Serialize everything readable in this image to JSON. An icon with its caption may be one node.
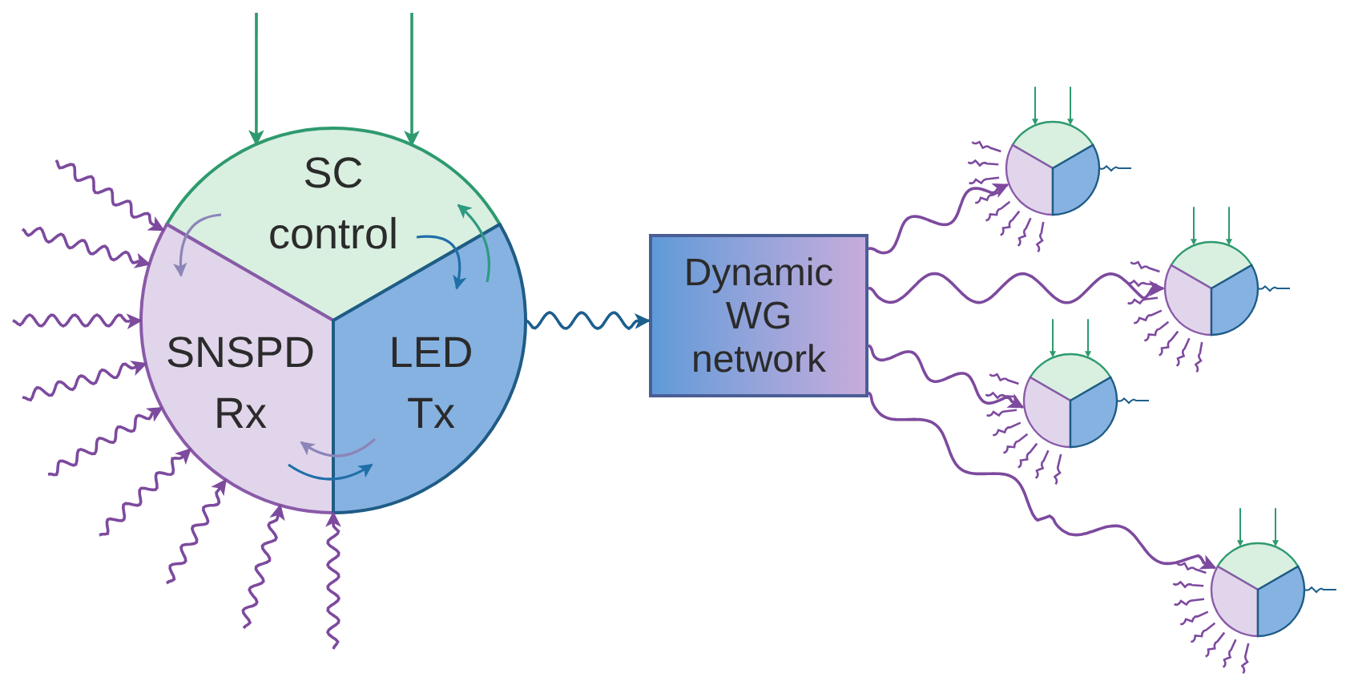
{
  "diagram": {
    "nodes": [
      {
        "text": [
          "SC control"
        ]
      },
      {
        "text": [
          "SNSPD Rx"
        ]
      },
      {
        "text": [
          "LED Tx"
        ]
      },
      {
        "text": [
          "Dynamic WG network"
        ]
      },
      {
        "text": [],
        "shape": "circle"
      },
      {
        "text": [],
        "shape": "circle"
      },
      {
        "text": [],
        "shape": "circle"
      },
      {
        "text": [],
        "shape": "circle"
      }
    ],
    "edges": [
      {
        "from": null,
        "to": 0,
        "arrow": "to",
        "color": "#2e9a6e"
      },
      {
        "from": null,
        "to": 0,
        "arrow": "to",
        "color": "#2e9a6e"
      },
      {
        "from": null,
        "to": 1,
        "arrow": "to"
      },
      {
        "from": null,
        "to": 1,
        "arrow": "to"
      },
      {
        "from": null,
        "to": 1,
        "arrow": "to"
      },
      {
        "from": null,
        "to": 1,
        "arrow": "to"
      },
      {
        "from": null,
        "to": 1,
        "arrow": "to"
      },
      {
        "from": null,
        "to": 1,
        "arrow": "to"
      },
      {
        "from": null,
        "to": 1,
        "arrow": "to"
      },
      {
        "from": null,
        "to": 1,
        "arrow": "to"
      },
      {
        "from": null,
        "to": 1,
        "arrow": "to"
      },
      {
        "from": 0,
        "to": 1,
        "arrow": "to",
        "color": "#8b85b8"
      },
      {
        "from": 0,
        "to": 2,
        "arrow": "to",
        "color": "#1f6fa8"
      },
      {
        "from": 2,
        "to": 0,
        "arrow": "to",
        "color": "#2e9a80"
      },
      {
        "from": 2,
        "to": 1,
        "arrow": "to",
        "color": "#8b85b8"
      },
      {
        "from": 1,
        "to": 2,
        "arrow": "to",
        "color": "#1f6fa8"
      },
      {
        "from": 2,
        "to": 3,
        "arrow": "to",
        "color": "#1d5f8c"
      },
      {
        "from": 3,
        "to": 4,
        "arrow": "to"
      },
      {
        "from": 3,
        "to": 5,
        "arrow": "to"
      },
      {
        "from": 3,
        "to": 6,
        "arrow": "to"
      },
      {
        "from": 3,
        "to": 7,
        "arrow": "to"
      }
    ]
  }
}
